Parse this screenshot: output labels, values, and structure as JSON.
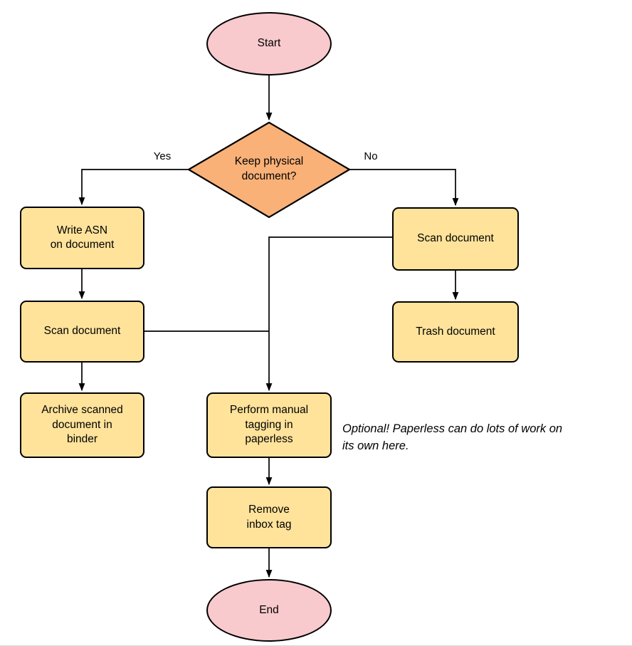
{
  "flowchart": {
    "nodes": {
      "start": "Start",
      "decision": "Keep physical\ndocument?",
      "write_asn": "Write ASN\non document",
      "scan_left": "Scan document",
      "archive": "Archive scanned\ndocument in\nbinder",
      "scan_right": "Scan document",
      "trash": "Trash document",
      "tagging": "Perform manual\ntagging in\npaperless",
      "remove_inbox": "Remove\ninbox tag",
      "end": "End"
    },
    "edge_labels": {
      "yes": "Yes",
      "no": "No"
    },
    "annotation": "Optional! Paperless can do lots of work on\nits own here.",
    "colors": {
      "terminal_fill": "#f8c9cd",
      "decision_fill": "#f9b178",
      "process_fill": "#ffe39b",
      "stroke": "#000000",
      "text": "#000000"
    }
  }
}
